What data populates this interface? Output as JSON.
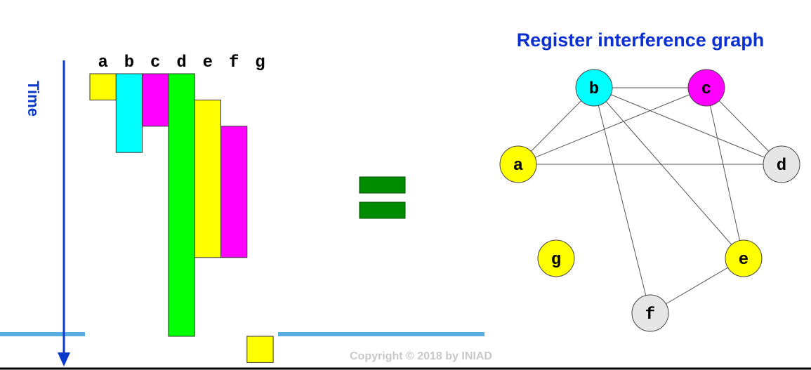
{
  "slide": {
    "title": "Register interference graph",
    "time_label": "Time",
    "copyright": "Copyright © 2018 by INIAD"
  },
  "colors": {
    "title_blue": "#0b2fd0",
    "axis_blue": "#0a3ac9",
    "rule_blue": "#5aaee0",
    "yellow": "#ffff00",
    "cyan": "#00ffff",
    "magenta": "#ff00ff",
    "green": "#00ff00",
    "grey": "#e6e6e6",
    "equals_green": "#008c00"
  },
  "lifetimes": {
    "columns": [
      {
        "var": "a",
        "start": 0,
        "end": 1,
        "color": "yellow"
      },
      {
        "var": "b",
        "start": 0,
        "end": 3,
        "color": "cyan"
      },
      {
        "var": "c",
        "start": 0,
        "end": 2,
        "color": "magenta"
      },
      {
        "var": "d",
        "start": 0,
        "end": 10,
        "color": "green"
      },
      {
        "var": "e",
        "start": 1,
        "end": 7,
        "color": "yellow"
      },
      {
        "var": "f",
        "start": 2,
        "end": 7,
        "color": "magenta"
      },
      {
        "var": "g",
        "start": 10,
        "end": 11,
        "color": "yellow"
      }
    ]
  },
  "graph": {
    "nodes": [
      {
        "id": "a",
        "label": "a",
        "color": "yellow"
      },
      {
        "id": "b",
        "label": "b",
        "color": "cyan"
      },
      {
        "id": "c",
        "label": "c",
        "color": "magenta"
      },
      {
        "id": "d",
        "label": "d",
        "color": "grey"
      },
      {
        "id": "e",
        "label": "e",
        "color": "yellow"
      },
      {
        "id": "f",
        "label": "f",
        "color": "grey"
      },
      {
        "id": "g",
        "label": "g",
        "color": "yellow"
      }
    ],
    "edges": [
      [
        "b",
        "c"
      ],
      [
        "a",
        "b"
      ],
      [
        "a",
        "c"
      ],
      [
        "a",
        "d"
      ],
      [
        "b",
        "d"
      ],
      [
        "b",
        "e"
      ],
      [
        "b",
        "f"
      ],
      [
        "c",
        "d"
      ],
      [
        "c",
        "e"
      ],
      [
        "e",
        "f"
      ]
    ]
  }
}
